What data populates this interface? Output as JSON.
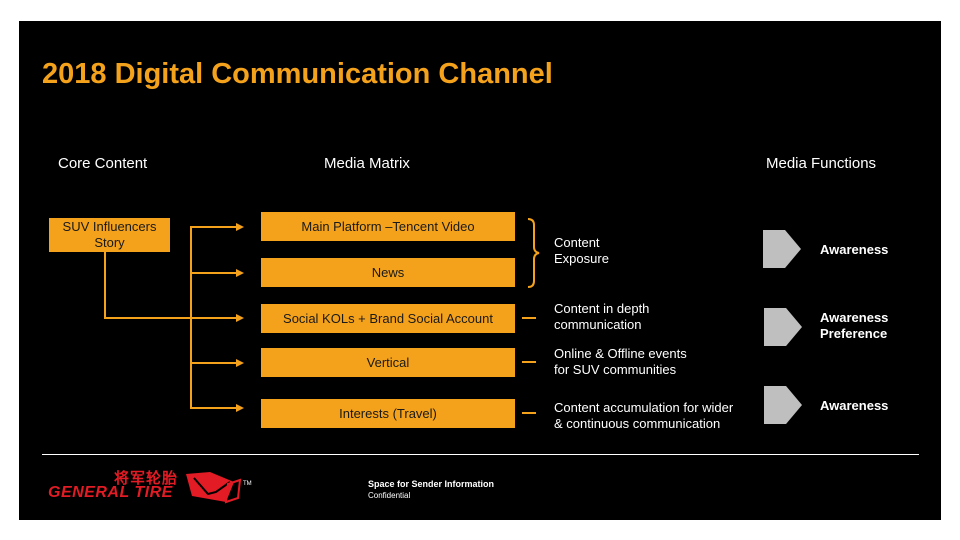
{
  "title": "2018 Digital Communication Channel",
  "columns": {
    "core_content": "Core Content",
    "media_matrix": "Media Matrix",
    "media_functions": "Media Functions"
  },
  "core_box": {
    "line1": "SUV Influencers",
    "line2": "Story"
  },
  "media_boxes": [
    "Main Platform –Tencent Video",
    "News",
    "Social KOLs + Brand Social Account",
    "Vertical",
    "Interests (Travel)"
  ],
  "descriptions": [
    {
      "line1": "Content",
      "line2": "Exposure"
    },
    {
      "line1": "Content in depth",
      "line2": "communication"
    },
    {
      "line1": "Online & Offline events",
      "line2": "for SUV communities"
    },
    {
      "line1": "Content accumulation for wider",
      "line2": "& continuous communication"
    }
  ],
  "functions": [
    {
      "line1": "Awareness",
      "line2": ""
    },
    {
      "line1": "Awareness",
      "line2": "Preference"
    },
    {
      "line1": "Awareness",
      "line2": ""
    }
  ],
  "footer": {
    "sender": "Space for Sender Information",
    "confidential": "Confidential"
  },
  "logo": {
    "chinese": "将军轮胎",
    "english": "GENERAL TIRE",
    "tm": "TM"
  },
  "colors": {
    "accent": "#f4a21c",
    "background": "#000000",
    "chevron": "#bfbfbf",
    "logo_red": "#e21b24"
  }
}
